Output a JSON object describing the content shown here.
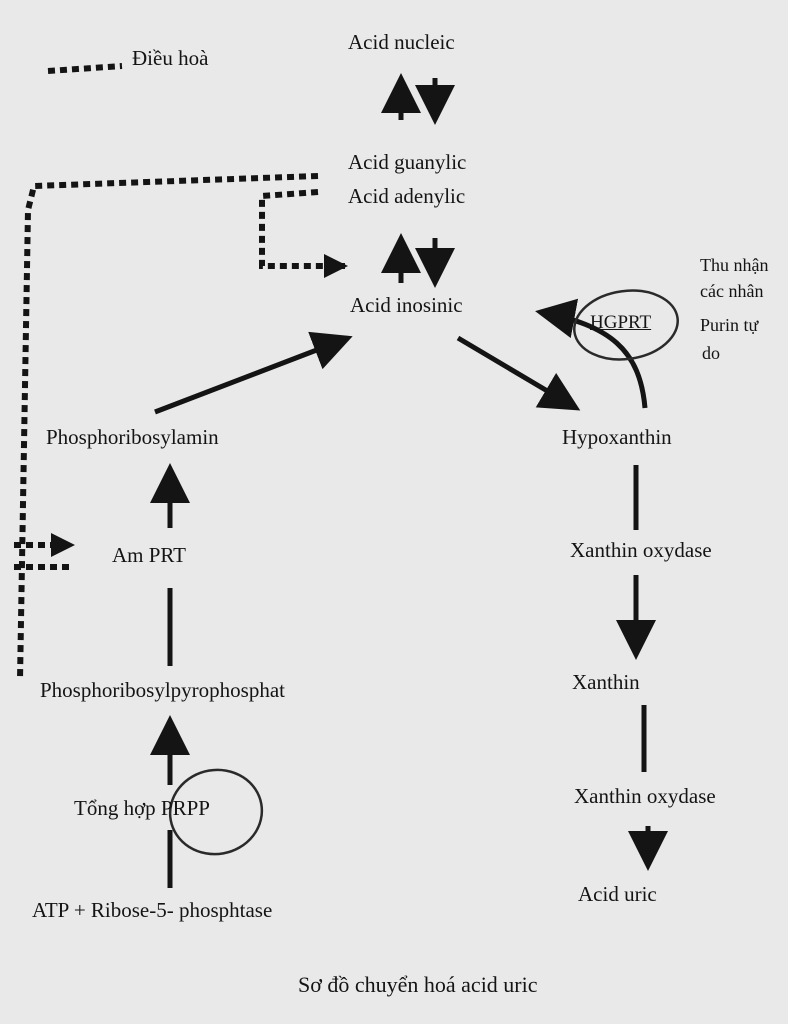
{
  "legend": {
    "label": "Điều hoà"
  },
  "nodes": {
    "acid_nucleic": "Acid nucleic",
    "acid_guanylic": "Acid guanylic",
    "acid_adenylic": "Acid adenylic",
    "acid_inosinic": "Acid inosinic",
    "hgprt": "HGPRT",
    "salvage_line1": "Thu nhận",
    "salvage_line2": "các nhân",
    "salvage_line3": "Purin tự",
    "salvage_line4": "do",
    "phosphoribosylamin": "Phosphoribosylamin",
    "hypoxanthin": "Hypoxanthin",
    "am_prt": "Am PRT",
    "xanthin_oxydase_1": "Xanthin oxydase",
    "phosphoribosylpyrophosphat": "Phosphoribosylpyrophosphat",
    "xanthin": "Xanthin",
    "tong_hop_prpp": "Tổng hợp PRPP",
    "xanthin_oxydase_2": "Xanthin oxydase",
    "atp_ribose": "ATP + Ribose-5- phosphtase",
    "acid_uric": "Acid uric"
  },
  "caption": "Sơ đồ chuyển hoá acid uric",
  "colors": {
    "ink": "#141414",
    "paper": "#e9e9e9"
  }
}
